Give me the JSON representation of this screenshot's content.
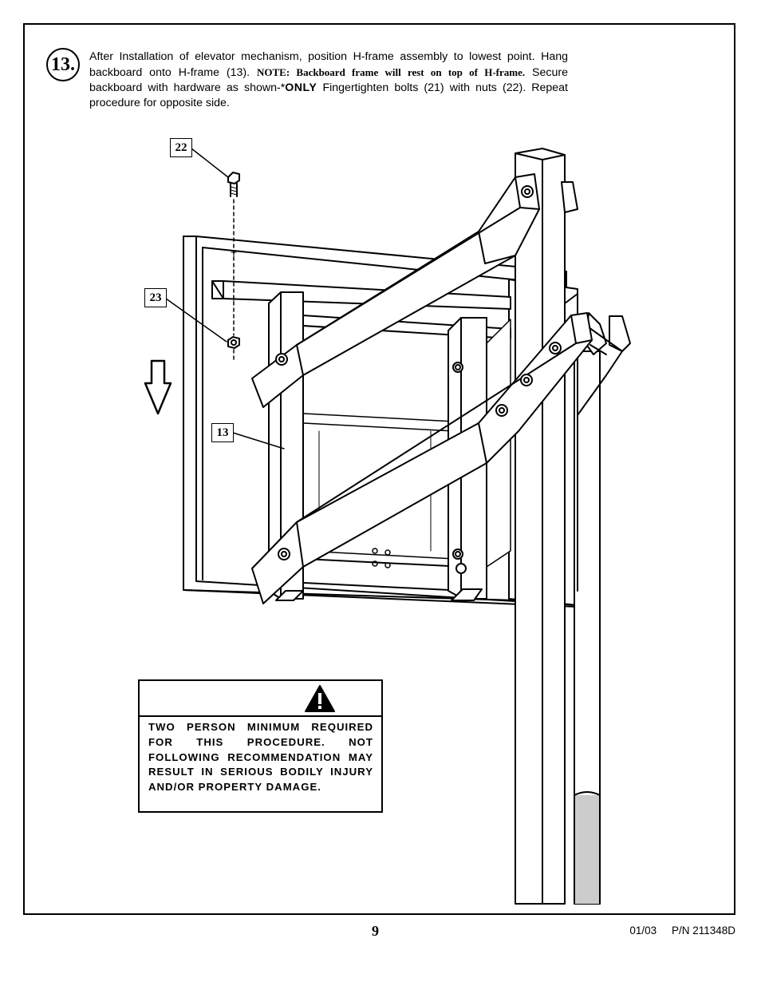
{
  "step": {
    "number": "13."
  },
  "instructions": {
    "part1": "After Installation of elevator mechanism, position H-frame assembly to lowest point. Hang backboard onto H-frame (13). ",
    "note": "NOTE: Backboard frame will rest on top of H-frame.",
    "part2": " Secure backboard with hardware as shown-*",
    "only": "ONLY",
    "part3": " Fingertighten bolts (21) with nuts (22). Repeat procedure for opposite side."
  },
  "callouts": {
    "bolt": "22",
    "nut": "23",
    "hframe": "13"
  },
  "warning": {
    "icon": "warning-triangle-icon",
    "text": "TWO PERSON MINIMUM REQUIRED FOR THIS PROCEDURE. NOT FOLLOWING RECOMMENDATION MAY RESULT IN SERIOUS BODILY INJURY AND/OR PROPERTY DAMAGE."
  },
  "footer": {
    "page": "9",
    "code": "01/03     P/N 211348D"
  },
  "illustration": {
    "direction_arrow": "down-arrow-icon"
  }
}
